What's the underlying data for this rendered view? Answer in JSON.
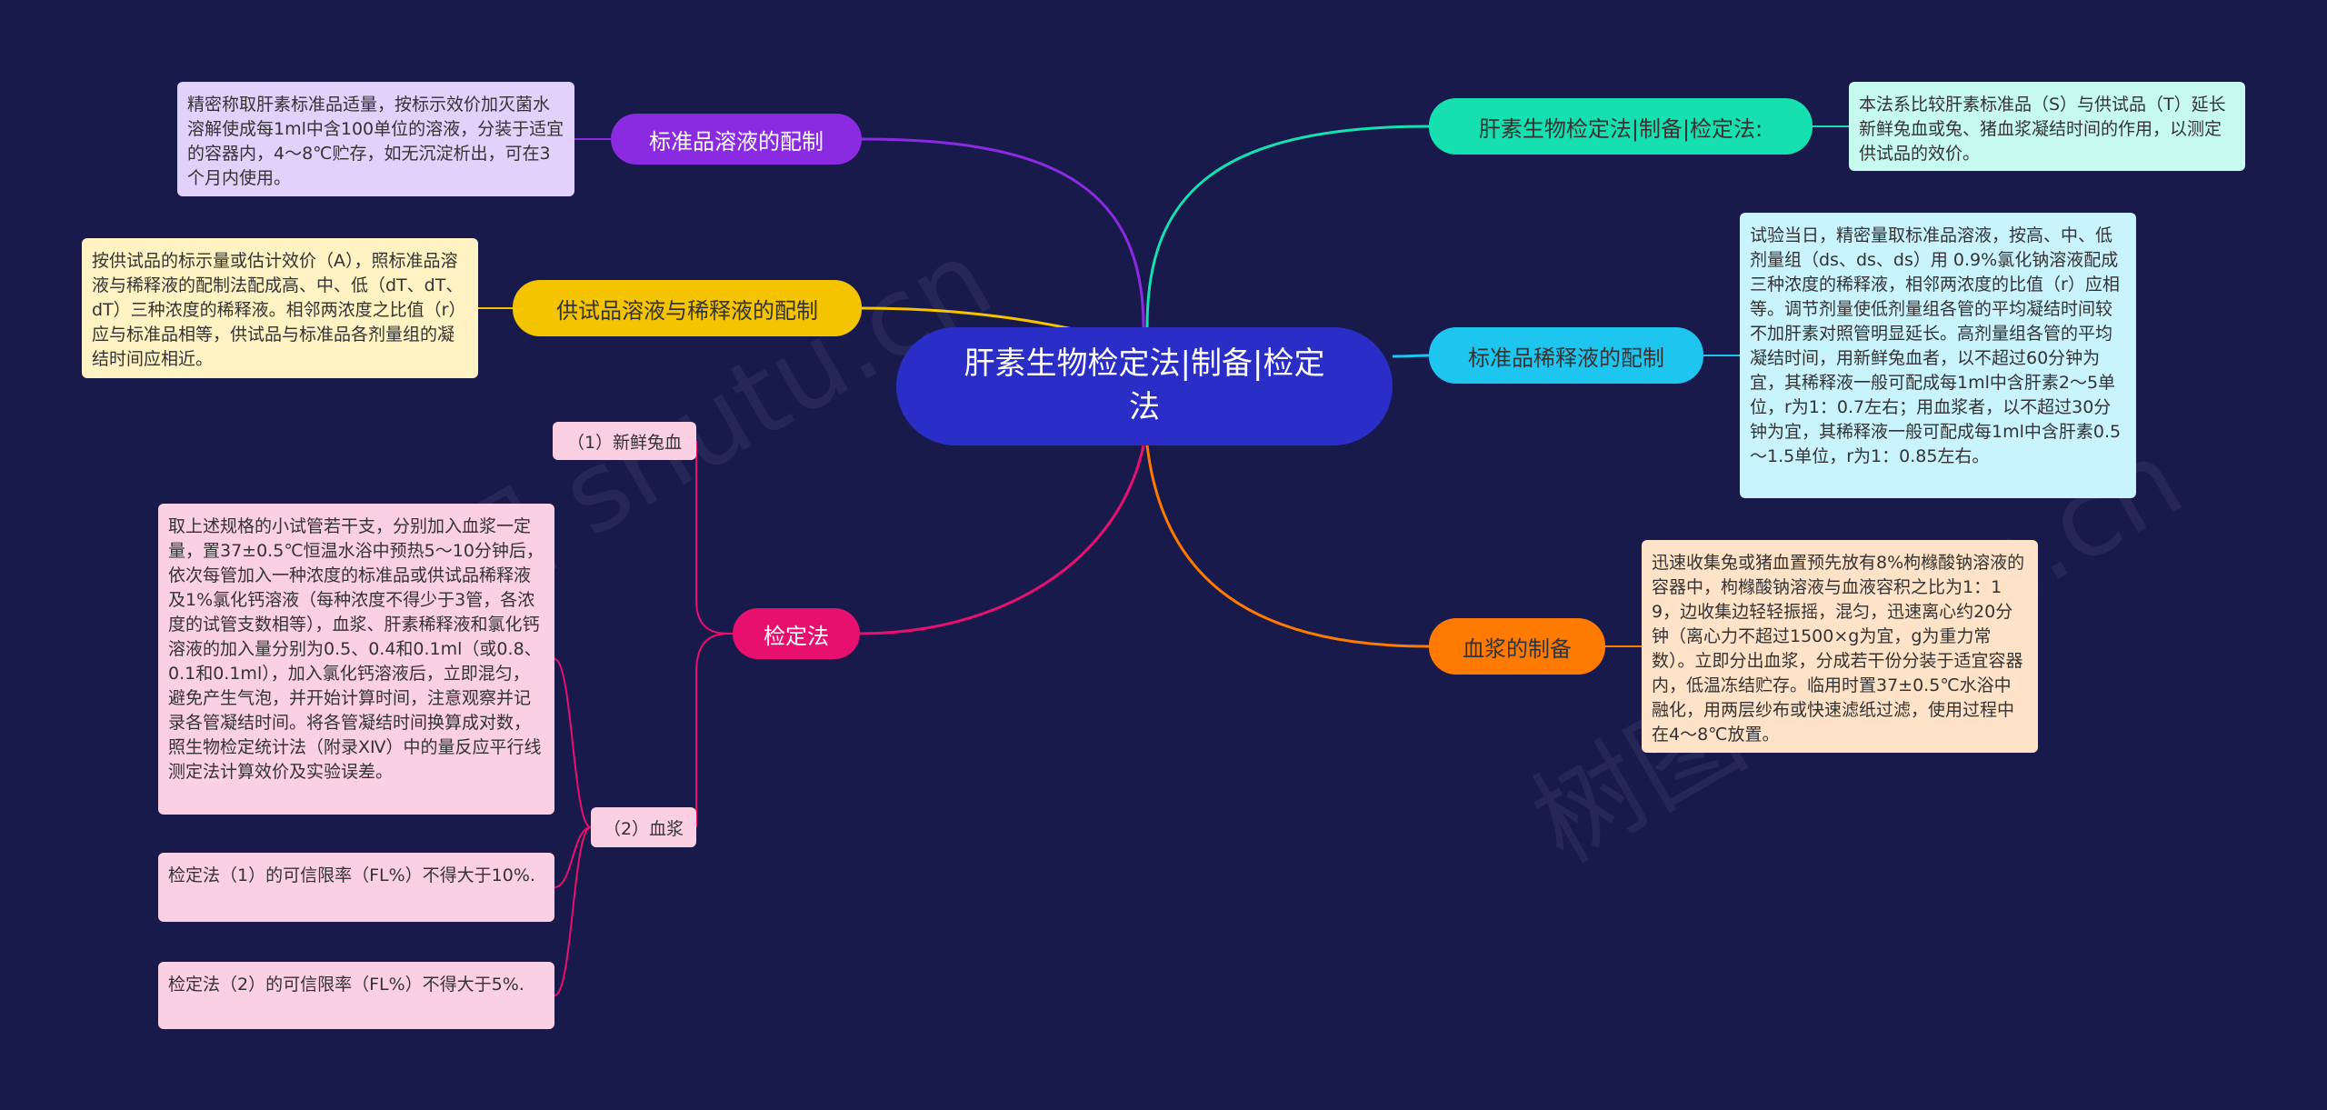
{
  "center": {
    "label": "肝素生物检定法|制备|检定法",
    "color": "#2a2ec6"
  },
  "branches": {
    "std_solution": {
      "label": "标准品溶液的配制",
      "color": "#8a2be2",
      "note": "精密称取肝素标准品适量，按标示效价加灭菌水溶解使成每1ml中含100单位的溶液，分装于适宜的容器内，4～8℃贮存，如无沉淀析出，可在3个月内使用。",
      "note_color": "#e2d2fb"
    },
    "test_solution": {
      "label": "供试品溶液与稀释液的配制",
      "color": "#f5c400",
      "note": "按供试品的标示量或估计效价（A），照标准品溶液与稀释液的配制法配成高、中、低（dT、dT、dT）三种浓度的稀释液。相邻两浓度之比值（r）应与标准品相等，供试品与标准品各剂量组的凝结时间应相近。",
      "note_color": "#fff3c4"
    },
    "assay": {
      "label": "检定法",
      "color": "#e8106e",
      "tag1": "（1）新鲜兔血",
      "tag2": "（2）血浆",
      "tag_color": "#fbd0e3",
      "note_main": "取上述规格的小试管若干支，分别加入血浆一定量，置37±0.5℃恒温水浴中预热5～10分钟后，依次每管加入一种浓度的标准品或供试品稀释液及1%氯化钙溶液（每种浓度不得少于3管，各浓度的试管支数相等），血浆、肝素稀释液和氯化钙溶液的加入量分别为0.5、0.4和0.1ml（或0.8、0.1和0.1ml），加入氯化钙溶液后，立即混匀，避免产生气泡，并开始计算时间，注意观察并记录各管凝结时间。将各管凝结时间换算成对数，照生物检定统计法（附录ⅩⅣ）中的量反应平行线测定法计算效价及实验误差。",
      "note_fl1": "检定法（1）的可信限率（FL%）不得大于10%.",
      "note_fl2": "检定法（2）的可信限率（FL%）不得大于5%."
    },
    "bio_assay": {
      "label": "肝素生物检定法|制备|检定法:",
      "color": "#16e0b0",
      "note": "本法系比较肝素标准品（S）与供试品（T）延长新鲜兔血或兔、猪血浆凝结时间的作用，以测定供试品的效价。",
      "note_color": "#c7faee"
    },
    "std_dilution": {
      "label": "标准品稀释液的配制",
      "color": "#1ec5ee",
      "note": "试验当日，精密量取标准品溶液，按高、中、低剂量组（ds、ds、ds）用 0.9%氯化钠溶液配成三种浓度的稀释液，相邻两浓度的比值（r）应相等。调节剂量使低剂量组各管的平均凝结时间较不加肝素对照管明显延长。高剂量组各管的平均凝结时间，用新鲜兔血者，以不超过60分钟为宜，其稀释液一般可配成每1ml中含肝素2～5单位，r为1：0.7左右；用血浆者，以不超过30分钟为宜，其稀释液一般可配成每1ml中含肝素0.5～1.5单位，r为1：0.85左右。",
      "note_color": "#c9f3fd"
    },
    "plasma": {
      "label": "血浆的制备",
      "color": "#ff7a00",
      "note": "迅速收集兔或猪血置预先放有8%枸橼酸钠溶液的容器中，枸橼酸钠溶液与血液容积之比为1：19，边收集边轻轻振摇，混匀，迅速离心约20分钟（离心力不超过1500×g为宜，g为重力常数）。立即分出血浆，分成若干份分装于适宜容器内，低温冻结贮存。临用时置37±0.5℃水浴中融化，用两层纱布或快速滤纸过滤，使用过程中在4～8℃放置。",
      "note_color": "#ffe3c8"
    }
  },
  "watermark": "树图 shutu.cn"
}
